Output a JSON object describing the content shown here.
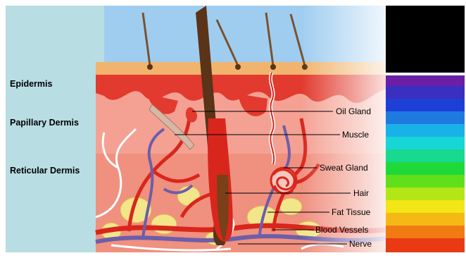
{
  "diagram": {
    "layer_labels": {
      "epidermis": "Epidermis",
      "papillary_dermis": "Papillary Dermis",
      "reticular_dermis": "Reticular Dermis"
    },
    "callouts": {
      "oil_gland": "Oil Gland",
      "muscle": "Muscle",
      "sweat_gland": "Sweat Gland",
      "hair": "Hair",
      "fat_tissue": "Fat Tissue",
      "blood_vessels": "Blood Vessels",
      "nerve": "Nerve"
    },
    "colors": {
      "background": "#b8dde3",
      "sky": "#9fcdf0",
      "epidermis": "#e23a2e",
      "dermis": "#f4a193",
      "blood": "#d9261c",
      "vein": "#6c5ea9",
      "fat": "#f2e58a",
      "hair": "#5a3318",
      "nerve": "#ffffff"
    }
  },
  "spectrum": {
    "bands": [
      {
        "color": "#000000"
      },
      {
        "color": "#ffffff"
      },
      {
        "color": "#6a1fa6"
      },
      {
        "color": "#3a2fbf"
      },
      {
        "color": "#1e3fd6"
      },
      {
        "color": "#1f7ae0"
      },
      {
        "color": "#19b2e8"
      },
      {
        "color": "#18d6d6"
      },
      {
        "color": "#18d98f"
      },
      {
        "color": "#1fd93a"
      },
      {
        "color": "#5fe01a"
      },
      {
        "color": "#b3e617"
      },
      {
        "color": "#f2e617"
      },
      {
        "color": "#f5b915"
      },
      {
        "color": "#f27a12"
      },
      {
        "color": "#e83a13"
      }
    ]
  }
}
